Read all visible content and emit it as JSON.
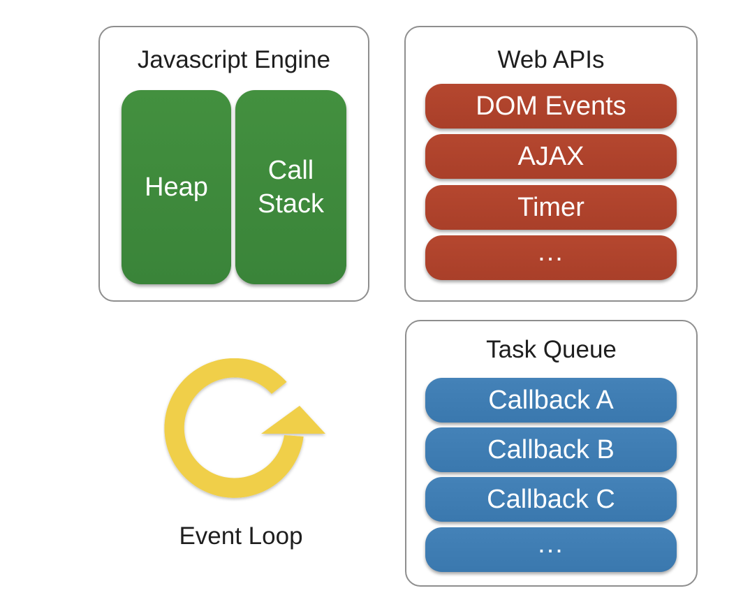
{
  "engine": {
    "title": "Javascript Engine",
    "heap_label": "Heap",
    "callstack_label": "Call\nStack"
  },
  "web_apis": {
    "title": "Web APIs",
    "items": [
      "DOM Events",
      "AJAX",
      "Timer",
      "..."
    ]
  },
  "task_queue": {
    "title": "Task Queue",
    "items": [
      "Callback A",
      "Callback B",
      "Callback C",
      "..."
    ]
  },
  "event_loop": {
    "label": "Event Loop",
    "icon": "circular-arrow-icon"
  },
  "colors": {
    "engine_block": "#3e8a3d",
    "web_api_bar": "#b0432d",
    "task_bar": "#3f7db4",
    "loop_icon": "#f0cf49",
    "panel_border": "#8e8e8e"
  }
}
